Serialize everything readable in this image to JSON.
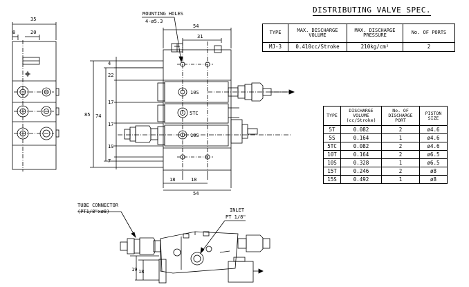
{
  "title": "DISTRIBUTING VALVE SPEC.",
  "spec_table": {
    "headers": [
      "TYPE",
      "MAX. DISCHARGE VOLUME",
      "MAX. DISCHARGE PRESSURE",
      "No. OF PORTS"
    ],
    "rows": [
      [
        "MJ-3",
        "0.410cc/Stroke",
        "210kg/cm²",
        "2"
      ]
    ]
  },
  "piston_table": {
    "headers": [
      "TYPE",
      "DISCHARGE VOLUME (cc/Stroke)",
      "No. OF DISCHARGE PORT",
      "PISTON SIZE"
    ],
    "rows": [
      [
        "5T",
        "0.082",
        "2",
        "ø4.6"
      ],
      [
        "5S",
        "0.164",
        "1",
        "ø4.6"
      ],
      [
        "5TC",
        "0.082",
        "2",
        "ø4.6"
      ],
      [
        "10T",
        "0.164",
        "2",
        "ø6.5"
      ],
      [
        "10S",
        "0.328",
        "1",
        "ø6.5"
      ],
      [
        "15T",
        "0.246",
        "2",
        "ø8"
      ],
      [
        "15S",
        "0.492",
        "1",
        "ø8"
      ]
    ]
  },
  "labels": {
    "mounting_holes": "MOUNTING HOLES",
    "mounting_holes_spec": "4-ø5.3",
    "tube_connector": "TUBE CONNECTOR",
    "tube_connector_spec": "(PT1/8\"xø8)",
    "inlet": "INLET",
    "inlet_spec": "PT 1/8\"",
    "port_top": "10S",
    "port_mid": "5TC",
    "port_bot": "10S"
  },
  "dimensions": {
    "side_width": "35",
    "side_8": "8",
    "side_20": "20",
    "top_54": "54",
    "top_31": "31",
    "h_4": "4",
    "h_22": "22",
    "h_17a": "17",
    "h_17b": "17",
    "h_19": "19",
    "h_7": "7",
    "h_74": "74",
    "h_85": "85",
    "bot_18a": "18",
    "bot_18b": "18",
    "bot_54": "54",
    "iso_19": "19",
    "iso_18": "18"
  }
}
